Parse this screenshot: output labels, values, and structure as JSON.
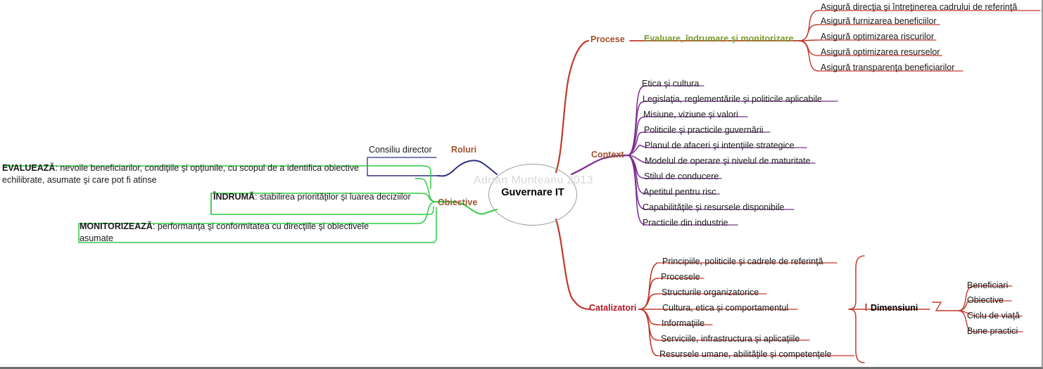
{
  "map": {
    "watermark": "Adrian Munteanu 2013",
    "center": {
      "title": "Guvernare IT"
    },
    "colors": {
      "procese_line": "#c0392b",
      "context_line": "#7b2d8e",
      "catalizatori_line": "#c0392b",
      "roluri_line": "#2f2f86",
      "obiective_line": "#2ecc40",
      "label_sienna": "#a0522d",
      "label_crimson": "#b01722",
      "label_olive": "#7a9a2e",
      "watermark": "#d8d8d8",
      "center_border": "#9b9b9b"
    },
    "branches": {
      "procese": {
        "label": "Procese",
        "child_label": "Evaluare, îndrumare şi monitorizare",
        "items": [
          "Asigură  direcţia şi întreţinerea cadrului de referinţă",
          "Asigură furnizarea beneficiilor",
          "Asigură optimizarea riscurilor",
          "Asigură optimizarea resurselor",
          "Asigură transparenţa beneficiarilor"
        ]
      },
      "context": {
        "label": "Context",
        "items": [
          "Etica şi cultura",
          "Legislaţia, reglementările şi politicile aplicabile",
          "Misiune, viziune şi valori",
          "Politicile şi practicile guvernării",
          "Planul de afaceri şi intenţiile strategice",
          "Modelul de operare şi nivelul de maturitate",
          "Stilul de conducere",
          "Apetitul pentru risc",
          "Capabilităţile şi resursele disponibile",
          "Practicile din industrie"
        ]
      },
      "catalizatori": {
        "label": "Catalizatori",
        "items": [
          "Principiile, politicile şi cadrele de referinţă",
          "Procesele",
          "Structurile organizatorice",
          "Cultura, etica şi comportamentul",
          "Informaţiile",
          "Serviciile, infrastructura şi aplicaţiile",
          "Resursele umane, abilităţile şi competenţele"
        ],
        "dimensiuni": {
          "icon": "exclamation-icon",
          "icon_glyph": "!",
          "label": "Dimensiuni",
          "items": [
            "Beneficiari",
            "Obiective",
            "Ciclu de viaţă",
            "Bune practici"
          ]
        }
      },
      "roluri": {
        "label": "Roluri",
        "items": [
          "Consiliu director"
        ]
      },
      "obiective": {
        "label": "Obiective",
        "items": [
          {
            "lead": "EVALUEAZĂ",
            "text": ":  nevoile beneficiarilor, condiţiile şi opţiunile, cu scopul de a identifica obiective echilibrate, asumate şi care pot fi atinse"
          },
          {
            "lead": "ÎNDRUMĂ",
            "text": ": stabilirea priorităţilor şi luarea deciziilor"
          },
          {
            "lead": "MONITORIZEAZĂ",
            "text": ":  performanţa şi conformitatea cu direcţiile şi obiectivele asumate"
          }
        ]
      }
    }
  }
}
